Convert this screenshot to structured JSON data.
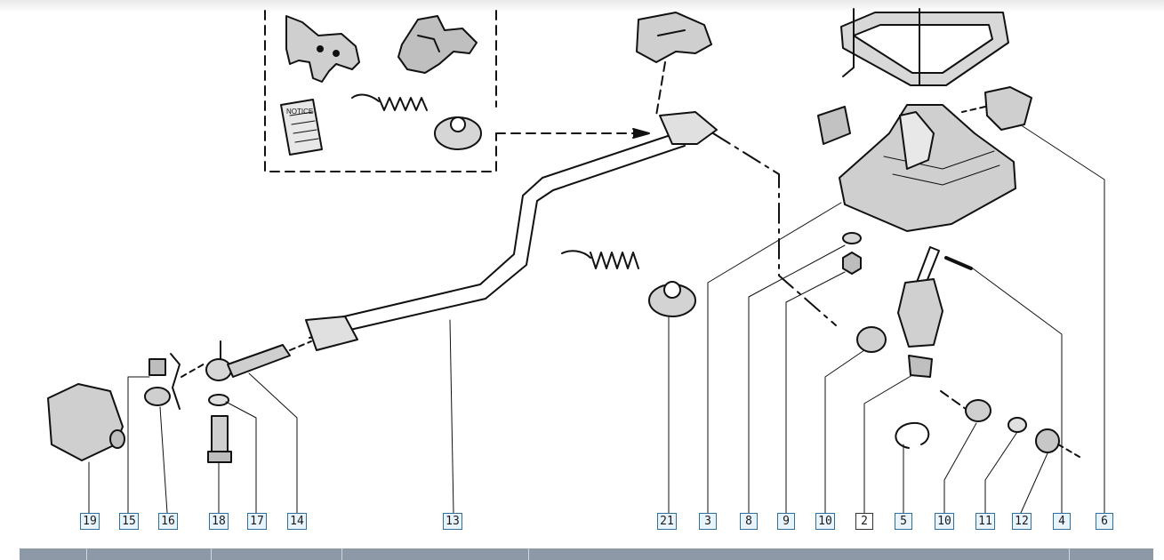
{
  "diagram": {
    "kit_booklet_text": "NOTICE",
    "callouts": [
      {
        "id": "c19",
        "label": "19"
      },
      {
        "id": "c15",
        "label": "15"
      },
      {
        "id": "c16",
        "label": "16"
      },
      {
        "id": "c18",
        "label": "18"
      },
      {
        "id": "c17",
        "label": "17"
      },
      {
        "id": "c14",
        "label": "14"
      },
      {
        "id": "c13",
        "label": "13"
      },
      {
        "id": "c21",
        "label": "21"
      },
      {
        "id": "c3",
        "label": "3"
      },
      {
        "id": "c8",
        "label": "8"
      },
      {
        "id": "c9",
        "label": "9"
      },
      {
        "id": "c10a",
        "label": "10"
      },
      {
        "id": "c2",
        "label": "2"
      },
      {
        "id": "c5",
        "label": "5"
      },
      {
        "id": "c10b",
        "label": "10"
      },
      {
        "id": "c11",
        "label": "11"
      },
      {
        "id": "c12",
        "label": "12"
      },
      {
        "id": "c4",
        "label": "4"
      },
      {
        "id": "c6",
        "label": "6"
      }
    ]
  }
}
